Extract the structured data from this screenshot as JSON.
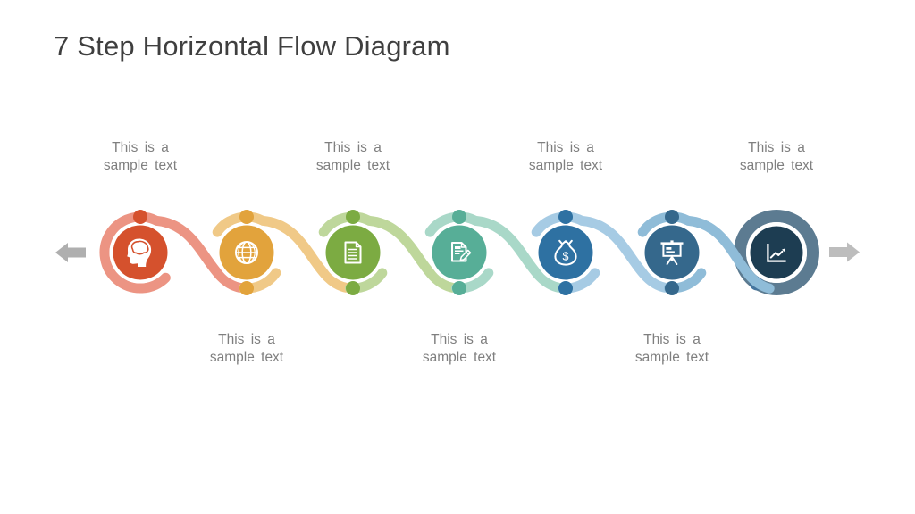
{
  "title": "7 Step Horizontal Flow Diagram",
  "style": {
    "title_color": "#3F3F3F",
    "label_color": "#7F7F7F",
    "background": "#FFFFFF",
    "left_arrow_color": "#AFAFAF",
    "right_arrow_color": "#BDBDBD",
    "last_ring_color": "#5C7B91",
    "last_ring_accent_dot": "#45759E"
  },
  "arrows": {
    "left_icon": "left-arrow-icon",
    "right_icon": "right-arrow-icon"
  },
  "steps": [
    {
      "name": "step-1",
      "icon": "head-brain-icon",
      "label_line1": "This is a",
      "label_line2": "sample text",
      "label_position": "top",
      "color_main": "#D5512D",
      "color_light": "#EC9483"
    },
    {
      "name": "step-2",
      "icon": "globe-icon",
      "label_line1": "This is a",
      "label_line2": "sample text",
      "label_position": "bottom",
      "color_main": "#E2A33C",
      "color_light": "#F0C987"
    },
    {
      "name": "step-3",
      "icon": "document-icon",
      "label_line1": "This is a",
      "label_line2": "sample text",
      "label_position": "top",
      "color_main": "#7CAB42",
      "color_light": "#BED79B"
    },
    {
      "name": "step-4",
      "icon": "edit-document-icon",
      "label_line1": "This is a",
      "label_line2": "sample text",
      "label_position": "bottom",
      "color_main": "#57AE97",
      "color_light": "#A9D8C8"
    },
    {
      "name": "step-5",
      "icon": "money-bag-icon",
      "label_line1": "This is a",
      "label_line2": "sample text",
      "label_position": "top",
      "color_main": "#2E71A2",
      "color_light": "#A6CBE4"
    },
    {
      "name": "step-6",
      "icon": "presentation-icon",
      "label_line1": "This is a",
      "label_line2": "sample text",
      "label_position": "bottom",
      "color_main": "#35688C",
      "color_light": "#8FBCD8"
    },
    {
      "name": "step-7",
      "icon": "growth-chart-icon",
      "label_line1": "This is a",
      "label_line2": "sample text",
      "label_position": "top",
      "color_main": "#1D3D52",
      "color_light": "#5C7B91"
    }
  ]
}
